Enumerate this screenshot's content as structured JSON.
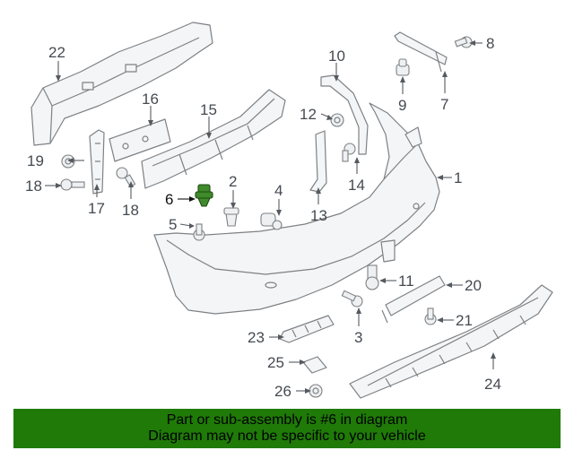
{
  "callouts": [
    "1",
    "2",
    "3",
    "4",
    "5",
    "6",
    "7",
    "8",
    "9",
    "10",
    "11",
    "12",
    "13",
    "14",
    "15",
    "16",
    "17",
    "18",
    "19",
    "20",
    "21",
    "22",
    "23",
    "24",
    "25",
    "26"
  ],
  "highlight_callout": "6",
  "colors": {
    "highlight": "#3f8a2a",
    "banner": "#1f7a08",
    "line": "#7d8185"
  },
  "banner": {
    "line1": "Part or sub-assembly is #6 in diagram",
    "line2": "Diagram may not be specific to your vehicle"
  }
}
